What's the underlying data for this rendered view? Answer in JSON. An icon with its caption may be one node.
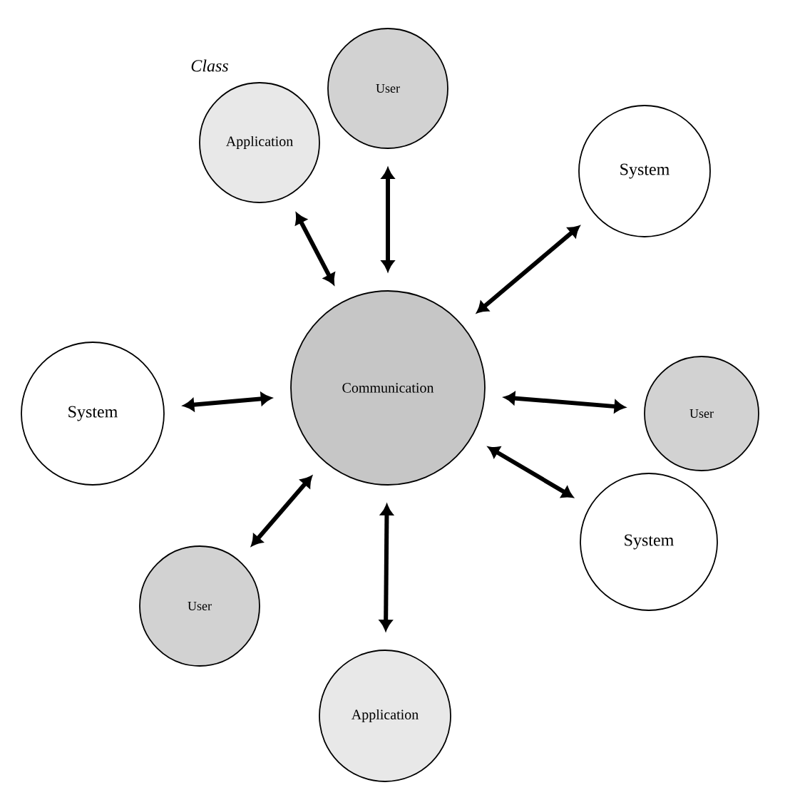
{
  "diagram": {
    "nodes": [
      {
        "text": [
          "Communication"
        ]
      },
      {
        "text": [
          "User"
        ]
      },
      {
        "text": [
          "System"
        ]
      },
      {
        "text": [
          "User"
        ]
      },
      {
        "text": [
          "System"
        ]
      },
      {
        "text": [
          "Application"
        ]
      },
      {
        "text": [
          "User"
        ]
      },
      {
        "text": [
          "System"
        ]
      },
      {
        "text": [
          "Application"
        ]
      }
    ],
    "edges": [
      {
        "from": 0,
        "to": 1,
        "arrow": "both"
      },
      {
        "from": 0,
        "to": 2,
        "arrow": "both"
      },
      {
        "from": 0,
        "to": 3,
        "arrow": "both"
      },
      {
        "from": 0,
        "to": 4,
        "arrow": "both"
      },
      {
        "from": 0,
        "to": 5,
        "arrow": "both"
      },
      {
        "from": 0,
        "to": 6,
        "arrow": "both"
      },
      {
        "from": 0,
        "to": 7,
        "arrow": "both"
      },
      {
        "from": 0,
        "to": 8,
        "arrow": "both"
      }
    ],
    "labels": [
      "Class"
    ]
  }
}
